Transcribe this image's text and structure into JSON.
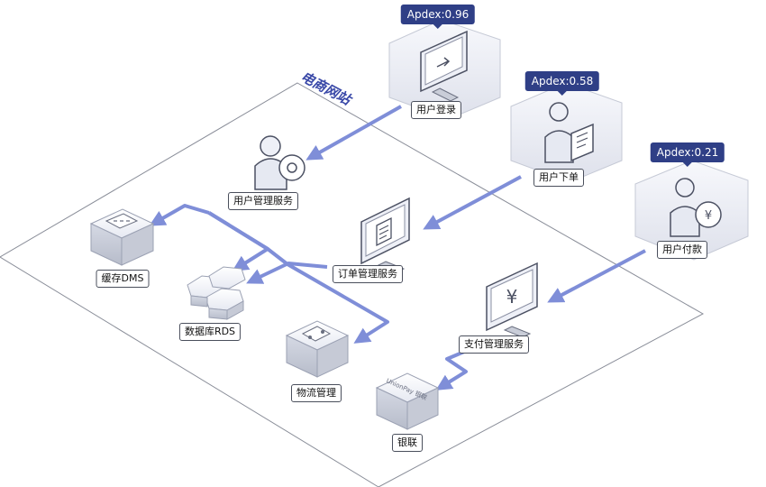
{
  "region": {
    "title": "电商网站"
  },
  "colors": {
    "edge": "#7f8ed8",
    "apdex_bg": "#2f3f86",
    "boundary": "#8a8e99"
  },
  "triggers": [
    {
      "id": "login",
      "label": "用户登录",
      "apdex": "Apdex:0.96",
      "icon": "login-monitor-icon"
    },
    {
      "id": "order",
      "label": "用户下单",
      "apdex": "Apdex:0.58",
      "icon": "user-document-icon"
    },
    {
      "id": "pay",
      "label": "用户付款",
      "apdex": "Apdex:0.21",
      "icon": "user-yuan-icon"
    }
  ],
  "services": [
    {
      "id": "user_mgmt",
      "label": "用户管理服务",
      "icon": "user-gear-icon"
    },
    {
      "id": "order_mgmt",
      "label": "订单管理服务",
      "icon": "document-monitor-icon"
    },
    {
      "id": "pay_mgmt",
      "label": "支付管理服务",
      "icon": "yuan-monitor-icon"
    }
  ],
  "resources": [
    {
      "id": "cache",
      "label": "缓存DMS",
      "icon": "cache-box-icon"
    },
    {
      "id": "db",
      "label": "数据库RDS",
      "icon": "database-hex-icon"
    },
    {
      "id": "logistics",
      "label": "物流管理",
      "icon": "logistics-box-icon"
    },
    {
      "id": "unionpay",
      "label": "银联",
      "icon": "unionpay-box-icon",
      "box_text": "UnionPay 银联"
    }
  ]
}
